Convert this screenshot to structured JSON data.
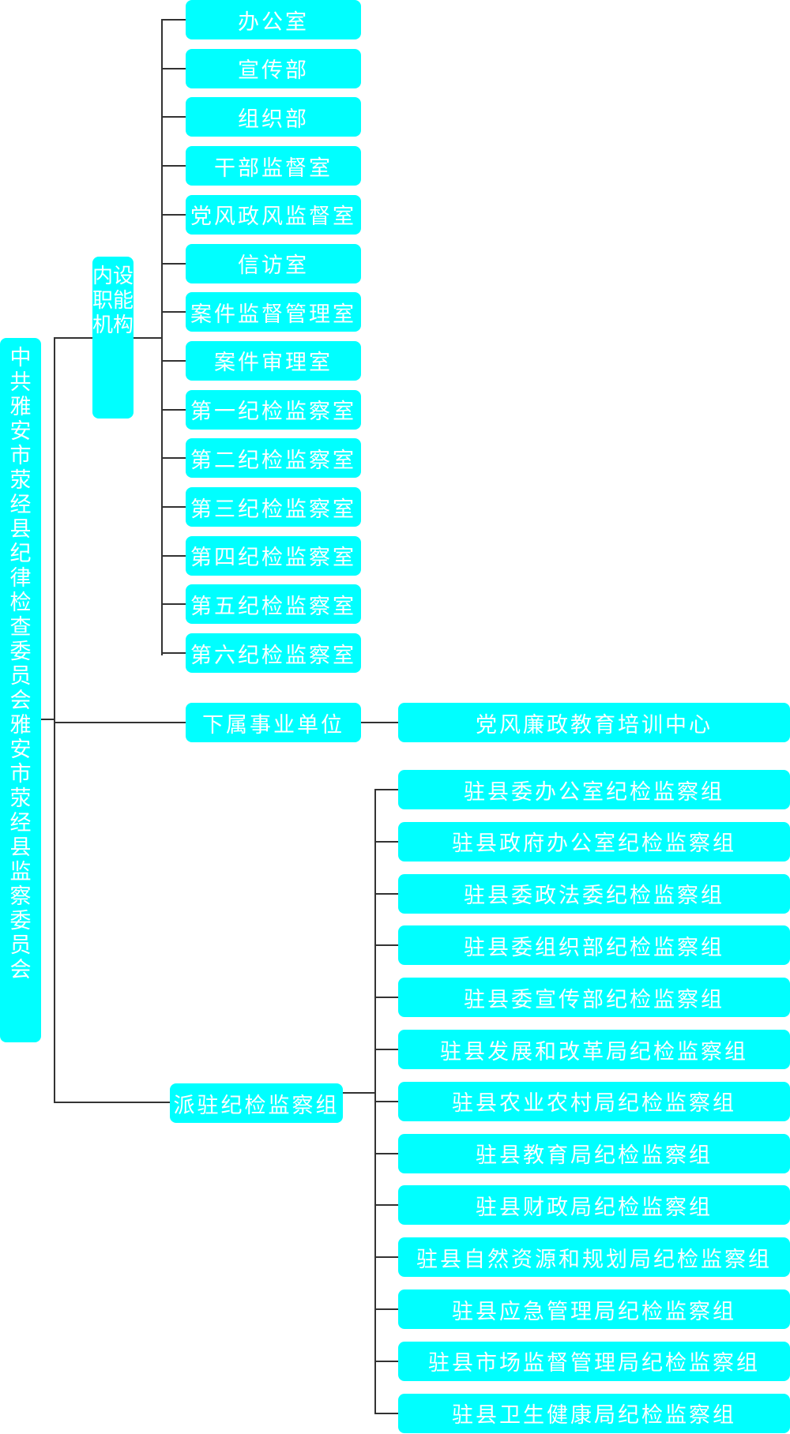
{
  "colors": {
    "node_fill": "#00ffff",
    "node_text": "#ffffff",
    "connector": "#333333"
  },
  "root": {
    "label": "中共雅安市荥经县纪律检查委员会雅安市荥经县监察委员会"
  },
  "branches": {
    "internal": {
      "label": "内设职能机构",
      "children": [
        "办公室",
        "宣传部",
        "组织部",
        "干部监督室",
        "党风政风监督室",
        "信访室",
        "案件监督管理室",
        "案件审理室",
        "第一纪检监察室",
        "第二纪检监察室",
        "第三纪检监察室",
        "第四纪检监察室",
        "第五纪检监察室",
        "第六纪检监察室"
      ]
    },
    "affiliated": {
      "label": "下属事业单位",
      "children": [
        "党风廉政教育培训中心"
      ]
    },
    "dispatched": {
      "label": "派驻纪检监察组",
      "children": [
        "驻县委办公室纪检监察组",
        "驻县政府办公室纪检监察组",
        "驻县委政法委纪检监察组",
        "驻县委组织部纪检监察组",
        "驻县委宣传部纪检监察组",
        "驻县发展和改革局纪检监察组",
        "驻县农业农村局纪检监察组",
        "驻县教育局纪检监察组",
        "驻县财政局纪检监察组",
        "驻县自然资源和规划局纪检监察组",
        "驻县应急管理局纪检监察组",
        "驻县市场监督管理局纪检监察组",
        "驻县卫生健康局纪检监察组"
      ]
    }
  }
}
